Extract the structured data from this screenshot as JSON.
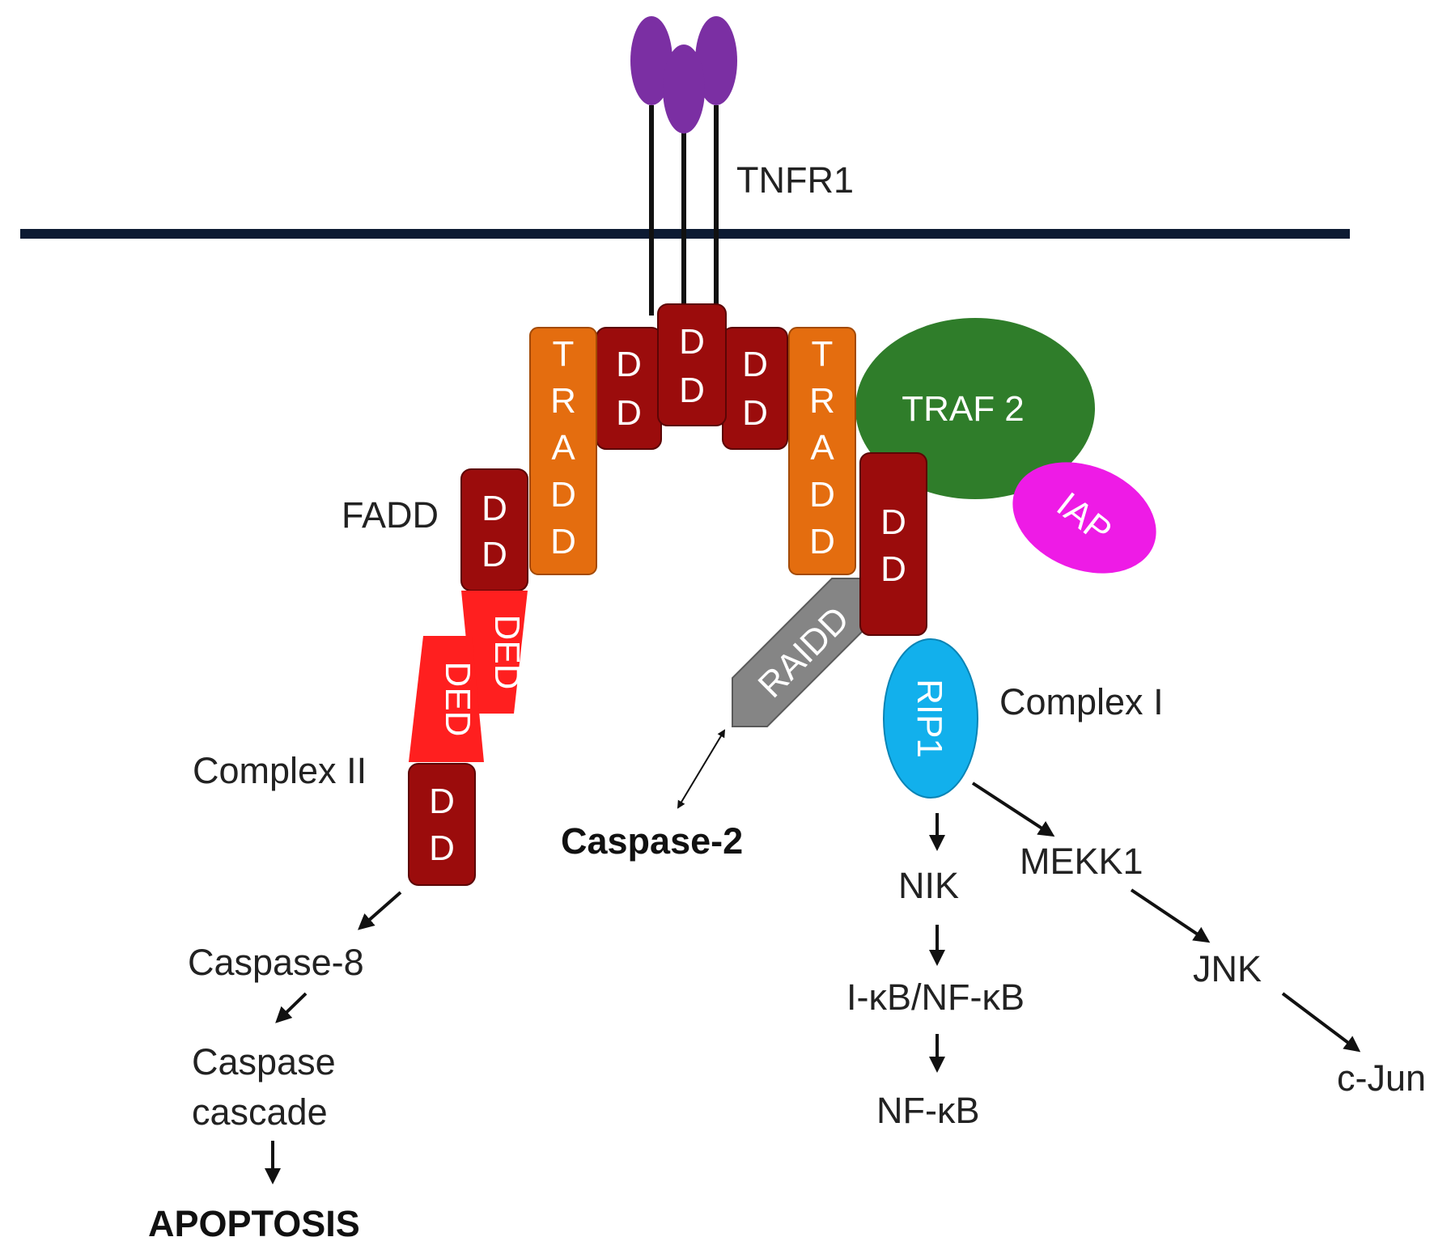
{
  "labels": {
    "tnfr1": "TNFR1",
    "fadd": "FADD",
    "complex_ii": "Complex II",
    "complex_i": "Complex I",
    "caspase2": "Caspase-2",
    "caspase8": "Caspase-8",
    "caspase_cascade_line1": "Caspase",
    "caspase_cascade_line2": "cascade",
    "apoptosis": "APOPTOSIS",
    "nik": "NIK",
    "ikb_nfkb": "I-κB/NF-κB",
    "nfkb": "NF-κB",
    "mekk1": "MEKK1",
    "jnk": "JNK",
    "cjun": "c-Jun"
  },
  "shapes": {
    "tradd": [
      "T",
      "R",
      "A",
      "D",
      "D"
    ],
    "dd": [
      "D",
      "D"
    ],
    "ded": "DED",
    "traf2": "TRAF 2",
    "iap": "IAP",
    "raidd": "RAIDD",
    "rip1": "RIP1"
  },
  "colors": {
    "membrane": "#0d1b33",
    "receptor": "#7b2fa3",
    "dd": "#9b0c0c",
    "tradd": "#e46d0f",
    "ded": "#ff1f1f",
    "traf2": "#2f7d2a",
    "iap": "#ee1be6",
    "raidd": "#858585",
    "rip1": "#12b0ec"
  }
}
